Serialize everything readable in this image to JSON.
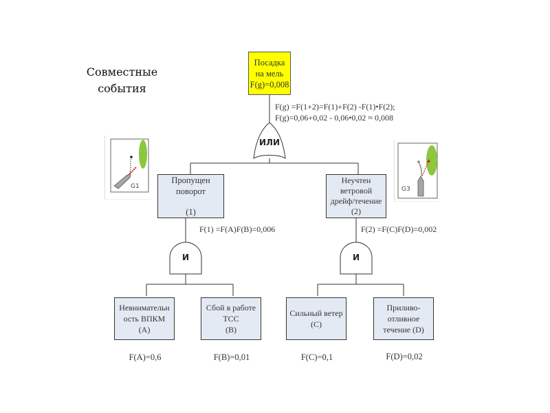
{
  "title": "Совместные\nсобытия",
  "title_lines": [
    "Совместные",
    "события"
  ],
  "top_event": {
    "lines": [
      "Посадка",
      "на мель",
      "F(g)=0,008"
    ],
    "color": "#ffff00"
  },
  "top_formula": {
    "line1": "F(g) =F(1+2)=F(1)+F(2) -F(1)•F(2);",
    "line2": "F(g)=0,06+0,02 - 0,06•0,02 ≈ 0,008"
  },
  "or_gate": {
    "label": "ИЛИ",
    "type": "or-gate"
  },
  "intermediate_events": [
    {
      "id": "1",
      "lines": [
        "Пропущен",
        "поворот",
        "",
        "(1)"
      ],
      "formula": "F(1) =F(A)F(B)=0,006",
      "gate": {
        "label": "И",
        "type": "and-gate"
      },
      "image_label": "G1"
    },
    {
      "id": "2",
      "lines": [
        "Неучтен",
        "ветровой",
        "дрейф/течение",
        "(2)"
      ],
      "formula": "F(2) =F(C)F(D)=0,002",
      "gate": {
        "label": "И",
        "type": "and-gate"
      },
      "image_label": "G3"
    }
  ],
  "basic_events": [
    {
      "id": "A",
      "lines": [
        "Невнимательн",
        "ость ВПКМ",
        "(A)"
      ],
      "probability": "F(A)=0,6"
    },
    {
      "id": "B",
      "lines": [
        "Сбой в работе",
        "ТСС",
        "(B)"
      ],
      "probability": "F(B)=0,01"
    },
    {
      "id": "C",
      "lines": [
        "Сильный ветер",
        "(C)"
      ],
      "probability": "F(C)=0,1"
    },
    {
      "id": "D",
      "lines": [
        "Приливо-",
        "отливное",
        "течение (D)"
      ],
      "probability": "F(D)=0,02"
    }
  ],
  "colors": {
    "event_box": "#e4eaf3",
    "top_event": "#ffff00",
    "obstacle": "#8dc63f",
    "vessel": "#a6a6a6",
    "track": "#cc2222"
  }
}
